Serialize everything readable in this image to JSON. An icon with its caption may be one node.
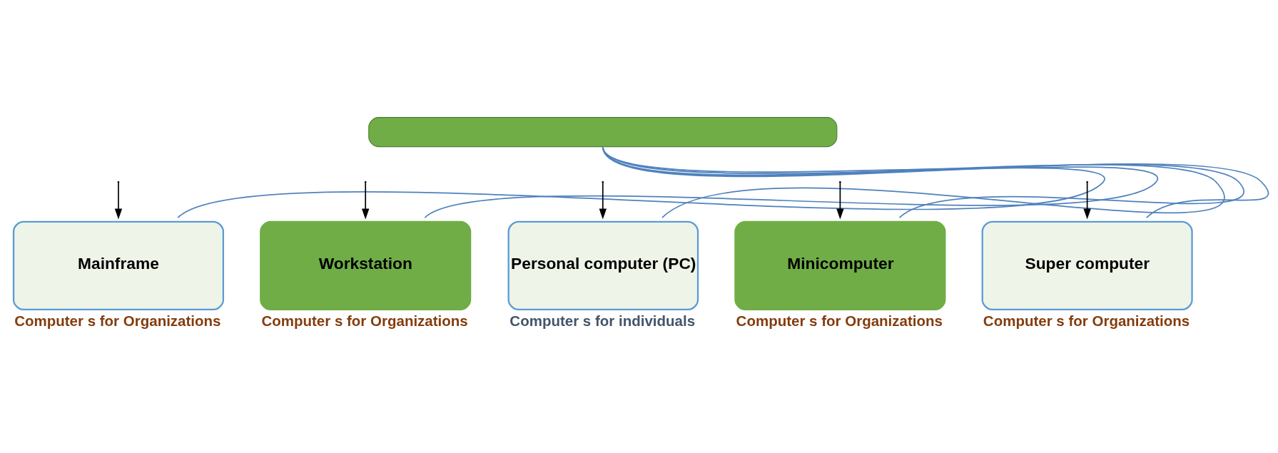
{
  "diagram": {
    "nodes": [
      {
        "text": [],
        "shape": "box"
      },
      {
        "text": [
          "Mainframe"
        ],
        "beside": [
          "Computer s for Organizations"
        ]
      },
      {
        "text": [
          "Workstation"
        ],
        "beside": [
          "Computer s for Organizations"
        ]
      },
      {
        "text": [
          "Personal computer (PC)"
        ],
        "beside": [
          "Computer s for individuals"
        ]
      },
      {
        "text": [
          "Minicomputer"
        ],
        "beside": [
          "Computer s for Organizations"
        ]
      },
      {
        "text": [
          "Super computer"
        ],
        "beside": [
          "Computer s for Organizations"
        ]
      }
    ],
    "edges": [
      {
        "from": null,
        "to": 1,
        "arrow": "to",
        "color": "#000000"
      },
      {
        "from": null,
        "to": 2,
        "arrow": "to",
        "color": "#000000"
      },
      {
        "from": null,
        "to": 3,
        "arrow": "to",
        "color": "#000000"
      },
      {
        "from": null,
        "to": 4,
        "arrow": "to",
        "color": "#000000"
      },
      {
        "from": null,
        "to": 5,
        "arrow": "to",
        "color": "#000000"
      },
      {
        "from": 0,
        "to": 1,
        "arrow": "none",
        "color": "#4f81bd"
      },
      {
        "from": 0,
        "to": 2,
        "arrow": "none",
        "color": "#4f81bd"
      },
      {
        "from": 0,
        "to": 3,
        "arrow": "none",
        "color": "#4f81bd"
      },
      {
        "from": 0,
        "to": 4,
        "arrow": "none",
        "color": "#4f81bd"
      },
      {
        "from": 0,
        "to": 5,
        "arrow": "none",
        "color": "#4f81bd"
      }
    ]
  }
}
